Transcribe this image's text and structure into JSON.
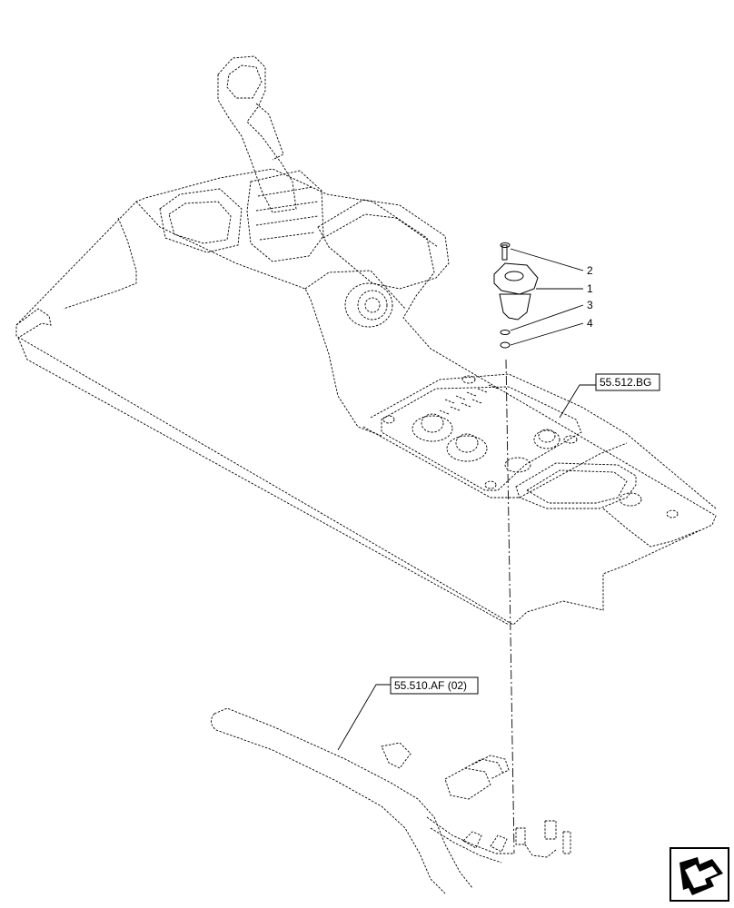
{
  "diagram": {
    "part_labels": [
      {
        "id": "callout-2",
        "text": "2"
      },
      {
        "id": "callout-1",
        "text": "1"
      },
      {
        "id": "callout-3",
        "text": "3"
      },
      {
        "id": "callout-4",
        "text": "4"
      }
    ],
    "references": [
      {
        "id": "ref-console",
        "text": "55.512.BG"
      },
      {
        "id": "ref-harness",
        "text": "55.510.AF (02)"
      }
    ]
  },
  "icons": {
    "nav": "return-arrow-icon"
  }
}
